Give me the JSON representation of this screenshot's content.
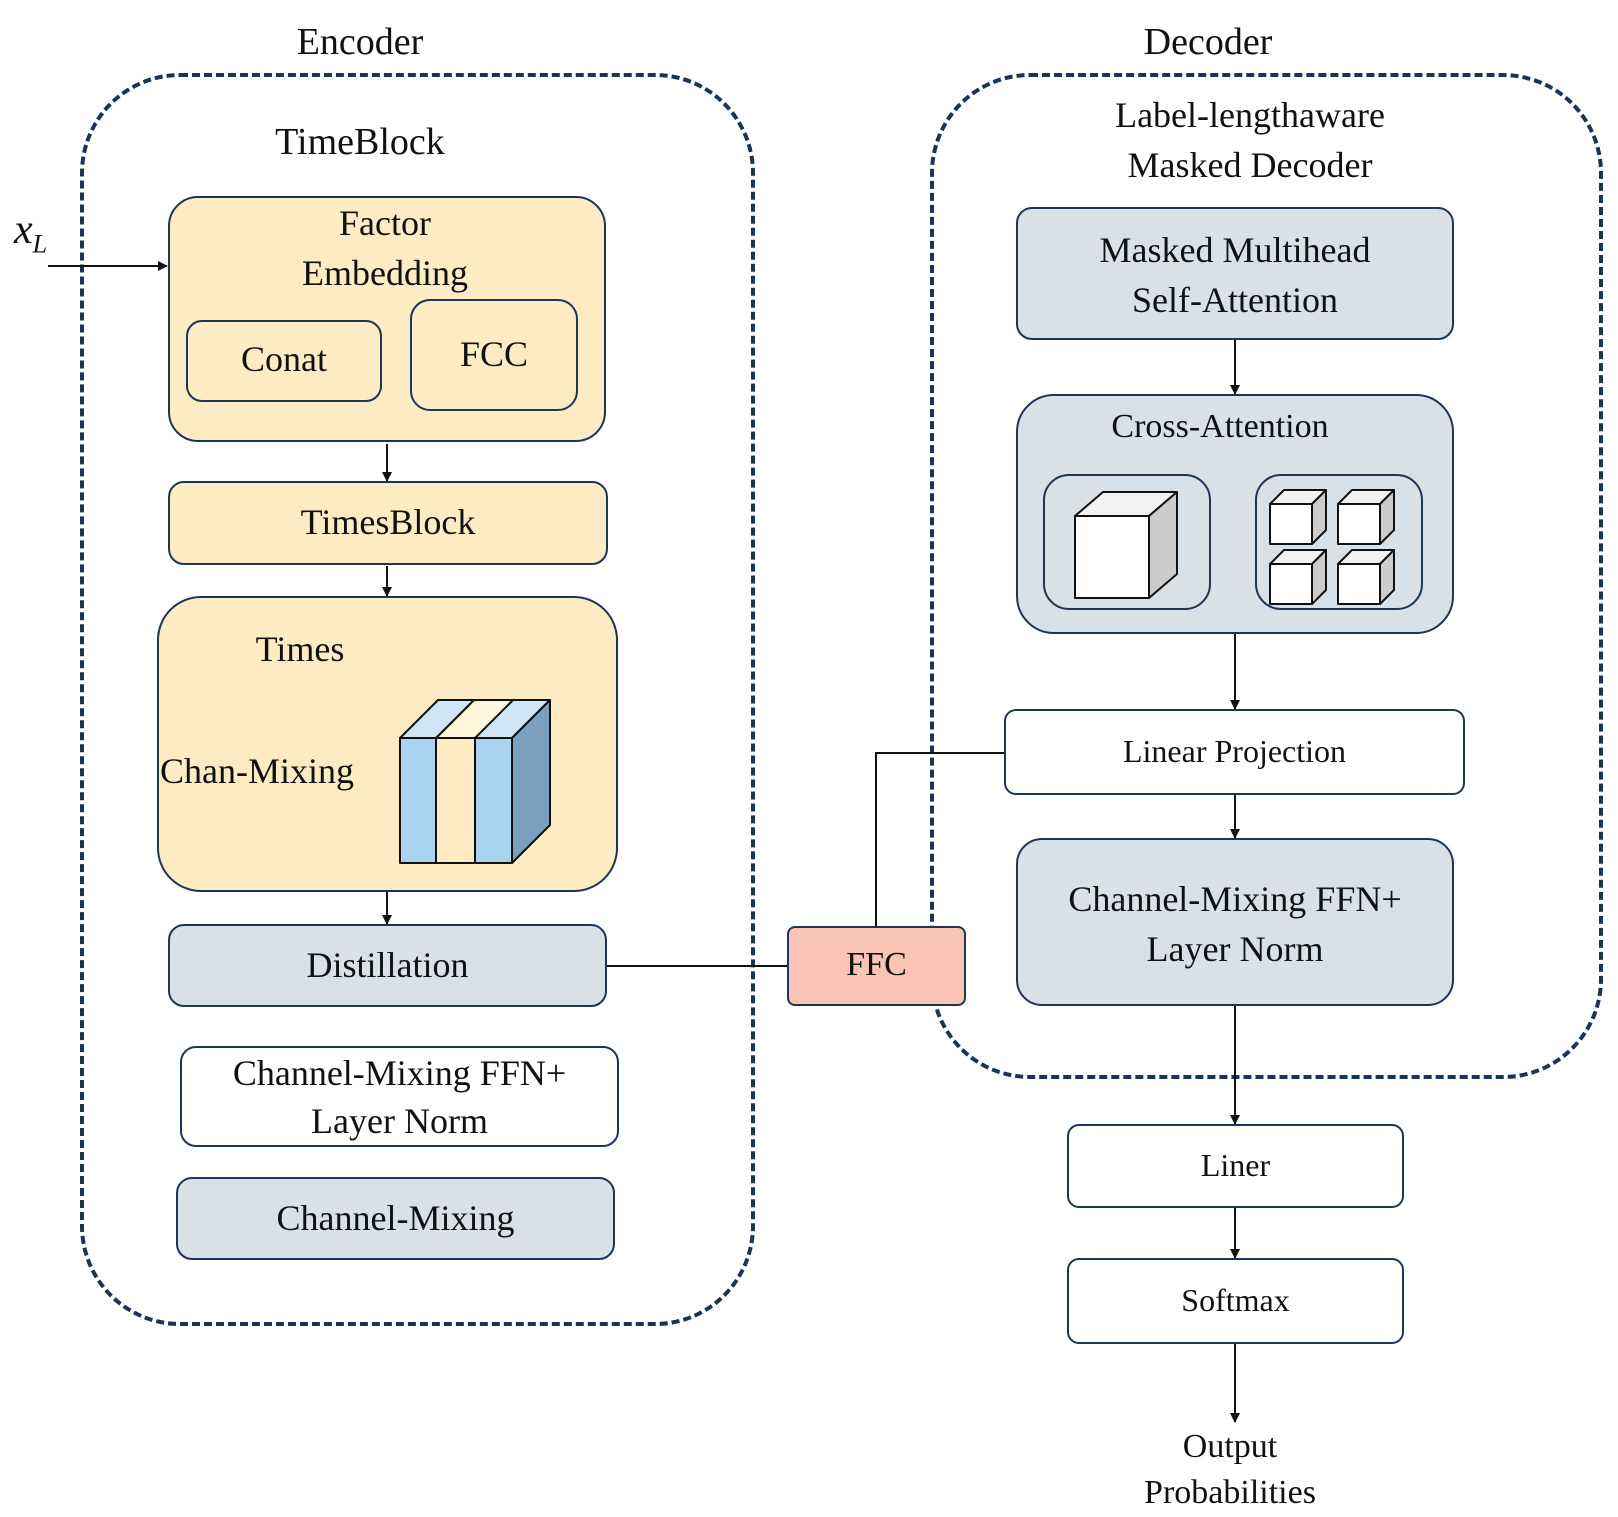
{
  "encoder": {
    "title": "Encoder",
    "subtitle": "TimeBlock",
    "input_var": "x",
    "input_sub": "L",
    "factor_embedding": "Factor\nEmbedding",
    "conat": "Conat",
    "fcc": "FCC",
    "timesblock": "TimesBlock",
    "times": "Times",
    "chan_mixing": "Chan-Mixing",
    "distillation": "Distillation",
    "cm_ffn_ln": "Channel-Mixing FFN+\nLayer Norm",
    "channel_mixing": "Channel-Mixing"
  },
  "bridge": {
    "ffc": "FFC"
  },
  "decoder": {
    "title": "Decoder",
    "subtitle": "Label-lengthaware\nMasked Decoder",
    "masked_attention": "Masked Multihead\nSelf-Attention",
    "cross_attention": "Cross-Attention",
    "linear_projection": "Linear Projection",
    "cm_ffn_ln": "Channel-Mixing FFN+\nLayer Norm"
  },
  "output": {
    "liner": "Liner",
    "softmax": "Softmax",
    "label": "Output\nProbabilities"
  },
  "colors": {
    "outline": "#1f3556",
    "dash": "#1a3356",
    "yellow": "#fdecc3",
    "grey": "#d8e0e8",
    "salmon": "#f9c3b5",
    "bar_blue": "#a9d3ef",
    "bar_blue_side": "#7b9fbf"
  }
}
